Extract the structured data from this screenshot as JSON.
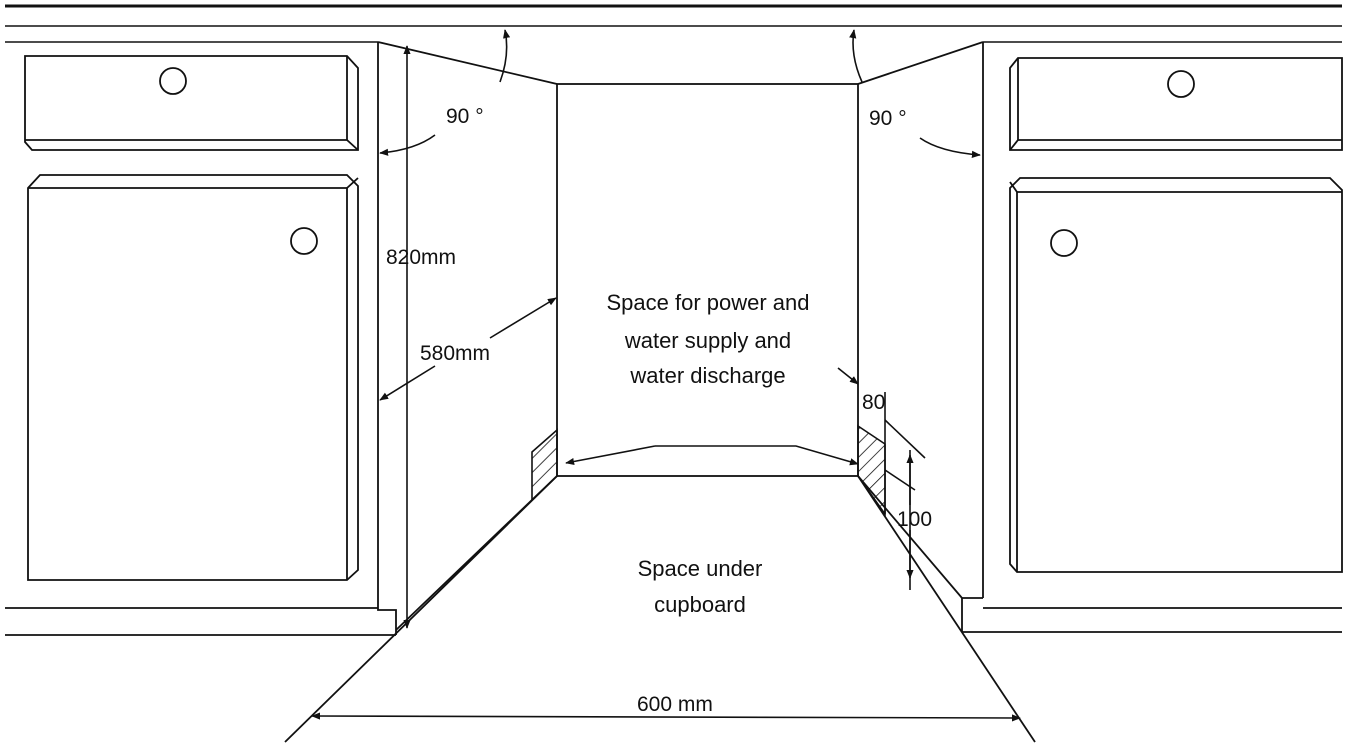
{
  "labels": {
    "angle_left": "90 °",
    "angle_right": "90 °",
    "height": "820mm",
    "depth": "580mm",
    "width": "600 mm",
    "gap_80": "80",
    "gap_100": "100"
  },
  "notes": {
    "supply_line1": "Space for power and",
    "supply_line2": "water supply and",
    "supply_line3": "water discharge",
    "under_line1": "Space under",
    "under_line2": "cupboard"
  },
  "colors": {
    "ink": "#111111",
    "background": "#ffffff"
  }
}
